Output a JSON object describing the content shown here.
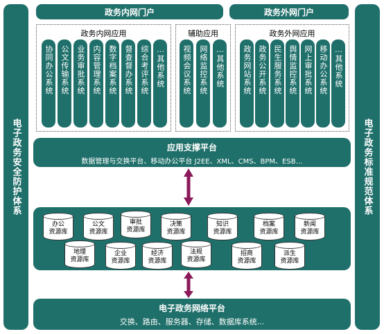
{
  "left_side": {
    "label": "电子政务安全防护体系"
  },
  "right_side": {
    "label": "电子政务标准规范体系"
  },
  "portals": {
    "internal": "政务内网门户",
    "external": "政务外网门户"
  },
  "groups": [
    {
      "title": "政务内网应用",
      "items": [
        "协同办公系统",
        "公文传输系统",
        "业务审批系统",
        "内容管理系统",
        "数字档案系统",
        "督查督办系统",
        "综合考评系统",
        "…其他系统"
      ]
    },
    {
      "title": "辅助应用",
      "items": [
        "视频会议系统",
        "网络监控系统",
        "…其他系统"
      ]
    },
    {
      "title": "政务外网应用",
      "items": [
        "政务网站系统",
        "政务公开系统",
        "民生服务系统",
        "舆情监控系统",
        "网上审批系统",
        "移动办公系统",
        "…其他系统"
      ]
    }
  ],
  "support_platform": {
    "title": "应用支撑平台",
    "subtitle": "数据管理与交换平台、移动办公平台 J2EE、XML、CMS、BPM、ESB…"
  },
  "resource_dbs": [
    "办公资源库",
    "公文资源库",
    "审批资源库",
    "决策资源库",
    "知识资源库",
    "档案资源库",
    "新闻资源库",
    "地理资源库",
    "企业资源库",
    "经济资源库",
    "法规资源库",
    "招商资源库",
    "派生资源库"
  ],
  "network_platform": {
    "title": "电子政务网络平台",
    "subtitle": "交换、路由、服务器、存储、数据库系统..."
  },
  "colors": {
    "primary": "#1f6f6a",
    "arrow": "#8b1a5a"
  }
}
